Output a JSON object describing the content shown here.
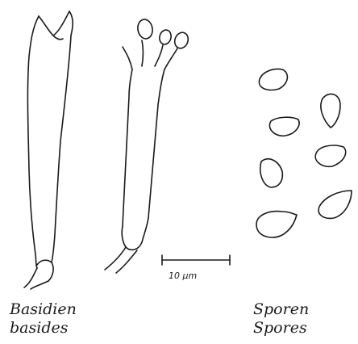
{
  "labels": {
    "basidia_de": "Basidien",
    "basidia_en": "basides",
    "spores_de": "Sporen",
    "spores_en": "Spores",
    "scale": "10 µm"
  }
}
